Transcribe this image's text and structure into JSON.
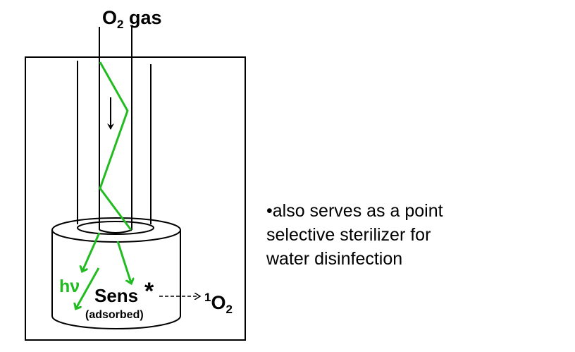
{
  "diagram": {
    "gas_label": {
      "base": "O",
      "sub": "2",
      "rest": " gas"
    },
    "light_label": "hν",
    "sensitizer_label": "Sens",
    "excited_mark": "*",
    "adsorbed_label": "(adsorbed)",
    "product_label": {
      "sup": "1",
      "base": "O",
      "sub": "2"
    },
    "colors": {
      "light": "#22bb22",
      "outline": "#000000"
    }
  },
  "note": {
    "lines": [
      "•also serves as a point",
      "selective sterilizer for",
      "water disinfection"
    ]
  }
}
